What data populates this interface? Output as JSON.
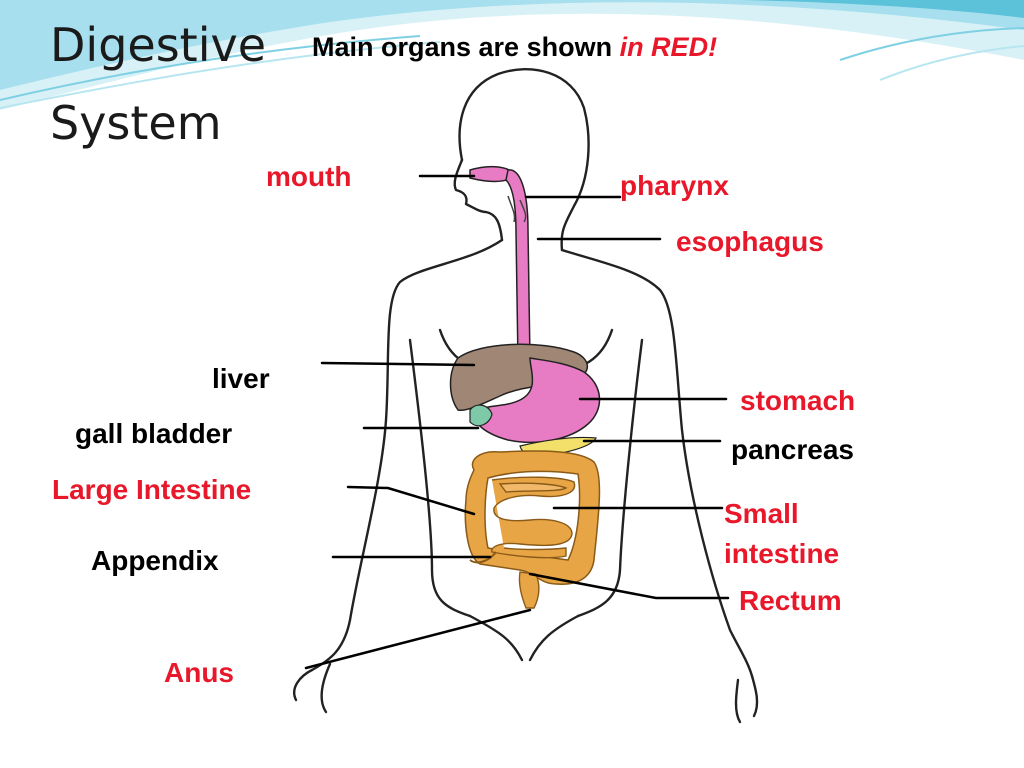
{
  "title": {
    "line1": "Digestive",
    "line2": "System"
  },
  "subtitle": {
    "text": "Main organs are shown ",
    "highlight": "in RED!"
  },
  "labels": {
    "mouth": "mouth",
    "pharynx": "pharynx",
    "esophagus": "esophagus",
    "liver": "liver",
    "stomach": "stomach",
    "gall_bladder": "gall bladder",
    "pancreas": "pancreas",
    "large_intestine": "Large Intestine",
    "small_intestine_1": "Small",
    "small_intestine_2": "intestine",
    "appendix": "Appendix",
    "rectum": "Rectum",
    "anus": "Anus"
  },
  "colors": {
    "main_organ": "#e8172a",
    "other_organ": "#000000",
    "esophagus": "#e87cc4",
    "liver": "#a08674",
    "intestine": "#e8a545",
    "gall_bladder": "#7ec9a8",
    "pancreas": "#f2e06a",
    "header_wave": "#5bc2d9"
  }
}
